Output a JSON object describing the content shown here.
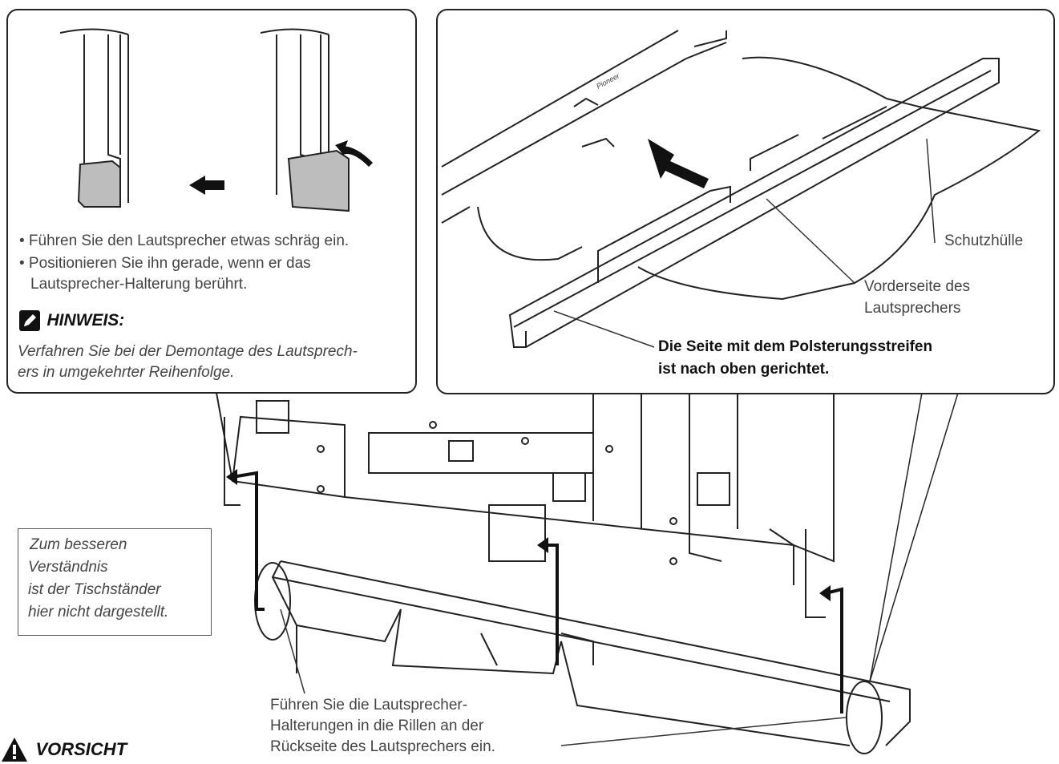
{
  "left_panel": {
    "bullets": [
      "• Führen Sie den Lautsprecher etwas schräg ein.",
      "• Positionieren Sie ihn gerade, wenn er das",
      "Lautsprecher-Halterung berührt."
    ],
    "note_title": "HINWEIS:",
    "note_lines": [
      "Verfahren Sie bei der Demontage des Lautsprech-",
      "ers in umgekehrter Reihenfolge."
    ]
  },
  "right_panel": {
    "brand": "Pioneer",
    "label_cover": "Schutzhülle",
    "label_front": [
      "Vorderseite des",
      "Lautsprechers"
    ],
    "label_strip": [
      "Die Seite mit dem Polsterungsstreifen",
      "ist nach oben gerichtet."
    ]
  },
  "main": {
    "side_note": [
      "Zum besseren",
      "Verständnis",
      "ist der Tischständer",
      "hier nicht dargestellt."
    ],
    "grooves": [
      "Führen Sie die Lautsprecher-",
      "Halterungen in die Rillen an der",
      "Rückseite des Lautsprechers ein."
    ],
    "caution": "VORSICHT"
  }
}
